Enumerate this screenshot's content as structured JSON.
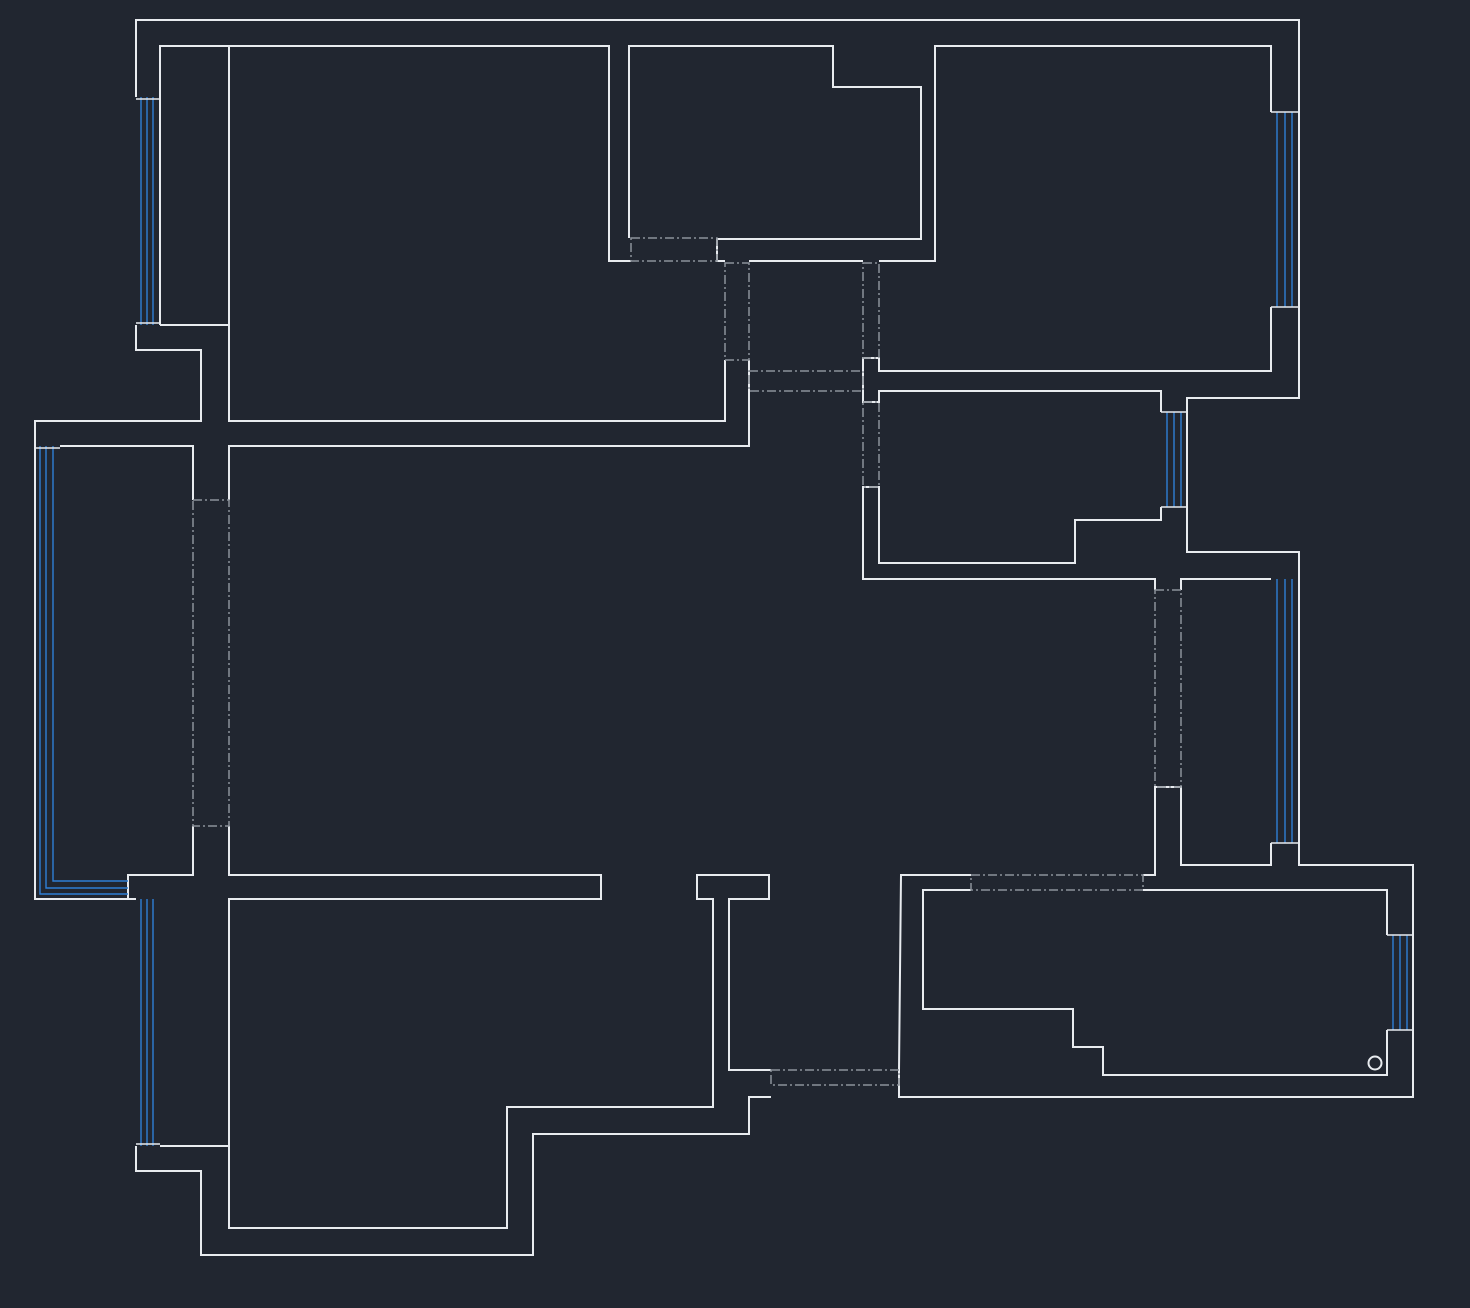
{
  "drawing": {
    "kind": "floor-plan",
    "colors": {
      "background": "#212630",
      "wall": "#e8ebef",
      "window": "#2e7fd6",
      "opening": "#8c929a"
    },
    "rooms": [
      {
        "id": "bedroom-northwest",
        "label": ""
      },
      {
        "id": "bedroom-north-small",
        "label": ""
      },
      {
        "id": "bedroom-northeast",
        "label": ""
      },
      {
        "id": "bathroom-east",
        "label": ""
      },
      {
        "id": "living-room",
        "label": ""
      },
      {
        "id": "balcony-west",
        "label": ""
      },
      {
        "id": "balcony-northwest",
        "label": ""
      },
      {
        "id": "balcony-east",
        "label": ""
      },
      {
        "id": "kitchen-southeast",
        "label": ""
      },
      {
        "id": "dining-south",
        "label": ""
      },
      {
        "id": "balcony-southwest",
        "label": ""
      }
    ],
    "windows": [
      "window-northwest",
      "window-west",
      "window-southwest",
      "window-northeast",
      "window-bathroom",
      "window-east",
      "window-kitchen"
    ],
    "fixtures": [
      {
        "id": "floor-drain",
        "icon": "circle-drain-icon"
      }
    ]
  }
}
